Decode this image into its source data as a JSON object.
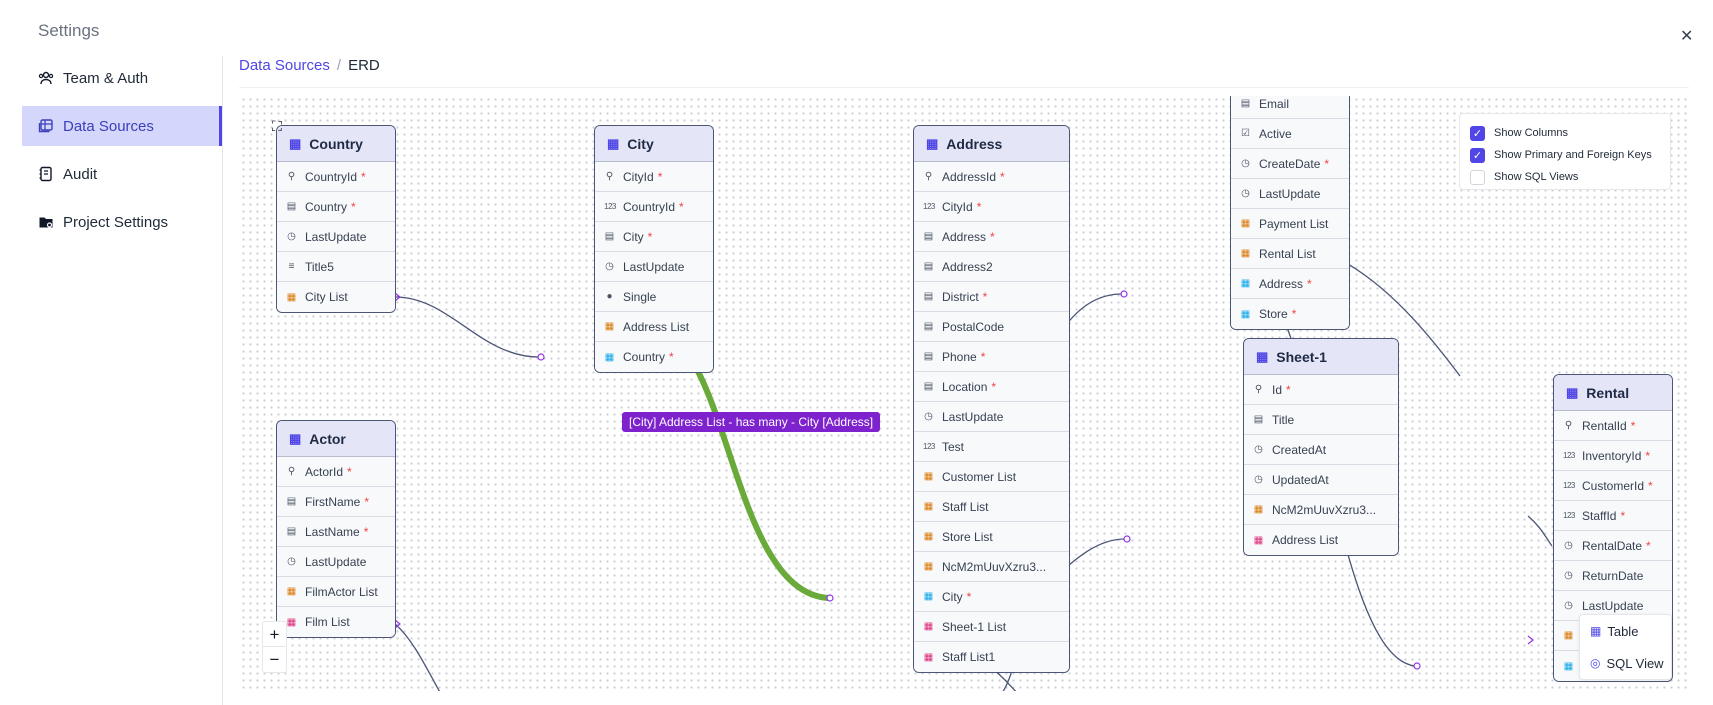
{
  "settings_title": "Settings",
  "close_glyph": "✕",
  "sidebar": {
    "items": [
      {
        "label": "Team & Auth",
        "icon": "team-icon",
        "active": false
      },
      {
        "label": "Data Sources",
        "icon": "data-sources-icon",
        "active": true
      },
      {
        "label": "Audit",
        "icon": "audit-icon",
        "active": false
      },
      {
        "label": "Project Settings",
        "icon": "project-settings-icon",
        "active": false
      }
    ]
  },
  "breadcrumb": {
    "link": "Data Sources",
    "separator": "/",
    "current": "ERD"
  },
  "tables": [
    {
      "name": "Country",
      "columns": [
        {
          "name": "CountryId",
          "icon": "key",
          "required": true
        },
        {
          "name": "Country",
          "icon": "text",
          "required": true
        },
        {
          "name": "LastUpdate",
          "icon": "datetime",
          "required": false
        },
        {
          "name": "Title5",
          "icon": "longtext",
          "required": false
        },
        {
          "name": "City List",
          "icon": "has-many",
          "required": false
        }
      ]
    },
    {
      "name": "City",
      "columns": [
        {
          "name": "CityId",
          "icon": "key",
          "required": true
        },
        {
          "name": "CountryId",
          "icon": "number",
          "required": true
        },
        {
          "name": "City",
          "icon": "text",
          "required": true
        },
        {
          "name": "LastUpdate",
          "icon": "datetime",
          "required": false
        },
        {
          "name": "Single",
          "icon": "single-select",
          "required": false
        },
        {
          "name": "Address List",
          "icon": "has-many",
          "required": false
        },
        {
          "name": "Country",
          "icon": "belongs-to",
          "required": true
        }
      ]
    },
    {
      "name": "Address",
      "columns": [
        {
          "name": "AddressId",
          "icon": "key",
          "required": true
        },
        {
          "name": "CityId",
          "icon": "number",
          "required": true
        },
        {
          "name": "Address",
          "icon": "text",
          "required": true
        },
        {
          "name": "Address2",
          "icon": "text",
          "required": false
        },
        {
          "name": "District",
          "icon": "text",
          "required": true
        },
        {
          "name": "PostalCode",
          "icon": "text",
          "required": false
        },
        {
          "name": "Phone",
          "icon": "text",
          "required": true
        },
        {
          "name": "Location",
          "icon": "text",
          "required": true
        },
        {
          "name": "LastUpdate",
          "icon": "datetime",
          "required": false
        },
        {
          "name": "Test",
          "icon": "number",
          "required": false
        },
        {
          "name": "Customer List",
          "icon": "has-many",
          "required": false
        },
        {
          "name": "Staff List",
          "icon": "has-many",
          "required": false
        },
        {
          "name": "Store List",
          "icon": "has-many",
          "required": false
        },
        {
          "name": "NcM2mUuvXzru3...",
          "icon": "has-many",
          "required": false
        },
        {
          "name": "City",
          "icon": "belongs-to",
          "required": true
        },
        {
          "name": "Sheet-1 List",
          "icon": "many-to-many",
          "required": false
        },
        {
          "name": "Staff List1",
          "icon": "many-to-many",
          "required": false
        }
      ]
    },
    {
      "name": "",
      "columns": [
        {
          "name": "Email",
          "icon": "text",
          "required": false
        },
        {
          "name": "Active",
          "icon": "checkbox",
          "required": false
        },
        {
          "name": "CreateDate",
          "icon": "datetime",
          "required": true
        },
        {
          "name": "LastUpdate",
          "icon": "datetime",
          "required": false
        },
        {
          "name": "Payment List",
          "icon": "has-many",
          "required": false
        },
        {
          "name": "Rental List",
          "icon": "has-many",
          "required": false
        },
        {
          "name": "Address",
          "icon": "belongs-to",
          "required": true
        },
        {
          "name": "Store",
          "icon": "belongs-to",
          "required": true
        }
      ]
    },
    {
      "name": "Sheet-1",
      "columns": [
        {
          "name": "Id",
          "icon": "key",
          "required": true
        },
        {
          "name": "Title",
          "icon": "text",
          "required": false
        },
        {
          "name": "CreatedAt",
          "icon": "datetime",
          "required": false
        },
        {
          "name": "UpdatedAt",
          "icon": "datetime",
          "required": false
        },
        {
          "name": "NcM2mUuvXzru3...",
          "icon": "has-many",
          "required": false
        },
        {
          "name": "Address List",
          "icon": "many-to-many",
          "required": false
        }
      ]
    },
    {
      "name": "Actor",
      "columns": [
        {
          "name": "ActorId",
          "icon": "key",
          "required": true
        },
        {
          "name": "FirstName",
          "icon": "text",
          "required": true
        },
        {
          "name": "LastName",
          "icon": "text",
          "required": true
        },
        {
          "name": "LastUpdate",
          "icon": "datetime",
          "required": false
        },
        {
          "name": "FilmActor List",
          "icon": "has-many",
          "required": false
        },
        {
          "name": "Film List",
          "icon": "many-to-many",
          "required": false
        }
      ]
    },
    {
      "name": "Rental",
      "columns": [
        {
          "name": "RentalId",
          "icon": "key",
          "required": true
        },
        {
          "name": "InventoryId",
          "icon": "number",
          "required": true
        },
        {
          "name": "CustomerId",
          "icon": "number",
          "required": true
        },
        {
          "name": "StaffId",
          "icon": "number",
          "required": true
        },
        {
          "name": "RentalDate",
          "icon": "datetime",
          "required": true
        },
        {
          "name": "ReturnDate",
          "icon": "datetime",
          "required": false
        },
        {
          "name": "LastUpdate",
          "icon": "datetime",
          "required": false
        },
        {
          "name": "",
          "icon": "has-many",
          "required": false
        },
        {
          "name": "",
          "icon": "belongs-to",
          "required": false
        }
      ]
    }
  ],
  "tooltip": "[City] Address List - has many - City [Address]",
  "options": [
    {
      "label": "Show Columns",
      "checked": true
    },
    {
      "label": "Show Primary and Foreign Keys",
      "checked": true
    },
    {
      "label": "Show SQL Views",
      "checked": false
    }
  ],
  "zoom": {
    "in": "+",
    "out": "−"
  },
  "context_menu": [
    {
      "label": "Table",
      "icon": "table-icon"
    },
    {
      "label": "SQL View",
      "icon": "sql-view-icon"
    }
  ],
  "colors": {
    "accent": "#4f46e5",
    "highlight_edge": "#6aaa3a",
    "tooltip": "#7e22ce",
    "edge": "#4b5576"
  }
}
